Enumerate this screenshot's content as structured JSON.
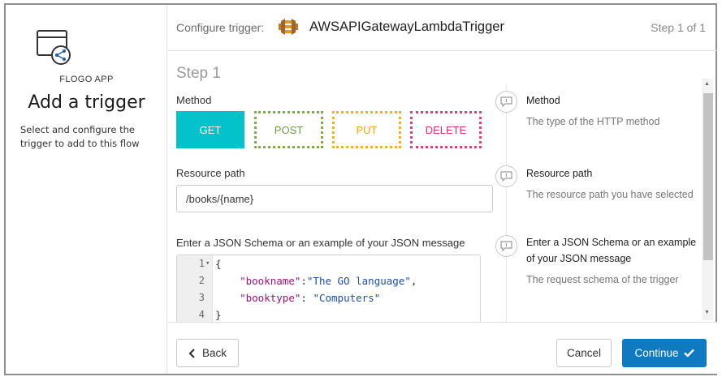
{
  "app": {
    "name": "FLOGO APP",
    "title": "Add a trigger",
    "description": "Select and configure the trigger to add to this flow"
  },
  "header": {
    "label": "Configure trigger:",
    "trigger_name": "AWSAPIGatewayLambdaTrigger",
    "step_indicator": "Step 1 of 1"
  },
  "step": {
    "title": "Step 1",
    "method": {
      "label": "Method",
      "options": [
        "GET",
        "POST",
        "PUT",
        "DELETE"
      ],
      "selected": "GET"
    },
    "resource_path": {
      "label": "Resource path",
      "value": "/books/{name}"
    },
    "schema": {
      "label": "Enter a JSON Schema or an example of your JSON message",
      "lines": [
        {
          "num": "1",
          "text": "{"
        },
        {
          "num": "2",
          "key": "\"bookname\"",
          "sep": ":",
          "value": "\"The GO language\"",
          "end": ","
        },
        {
          "num": "3",
          "key": "\"booktype\"",
          "sep": ": ",
          "value": "\"Computers\"",
          "end": ""
        },
        {
          "num": "4",
          "text": "}"
        }
      ]
    }
  },
  "help": [
    {
      "title": "Method",
      "description": "The type of the HTTP method"
    },
    {
      "title": "Resource path",
      "description": "The resource path you have selected"
    },
    {
      "title": "Enter a JSON Schema or an example of your JSON message",
      "description": "The request schema of the trigger"
    }
  ],
  "footer": {
    "back_label": "Back",
    "cancel_label": "Cancel",
    "continue_label": "Continue"
  },
  "colors": {
    "get": "#03c2cb",
    "post": "#7fa94a",
    "put": "#f4b21c",
    "delete": "#e1407e",
    "primary": "#0f7ac0"
  }
}
